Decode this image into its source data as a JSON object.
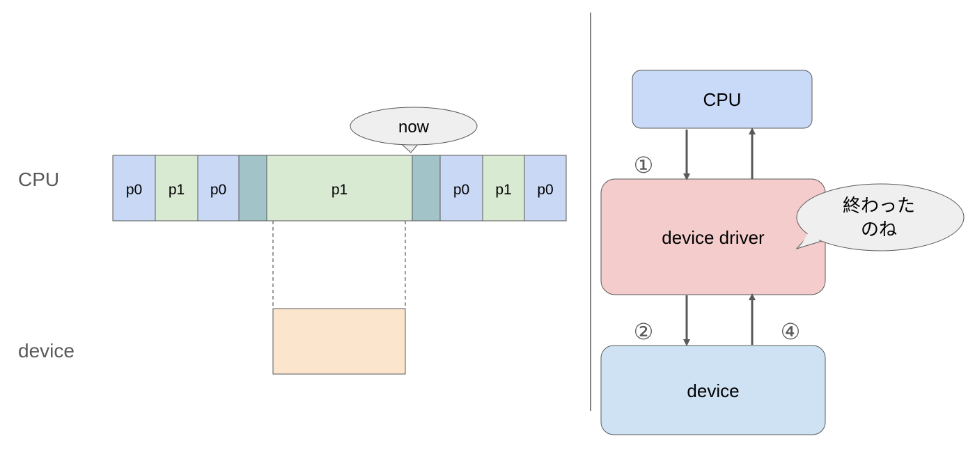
{
  "timeline": {
    "cpu_row_label": "CPU",
    "device_row_label": "device",
    "now_label": "now",
    "segments": [
      {
        "label": "p0",
        "kind": "p0"
      },
      {
        "label": "p1",
        "kind": "p1"
      },
      {
        "label": "p0",
        "kind": "p0"
      },
      {
        "label": "",
        "kind": "switch"
      },
      {
        "label": "p1",
        "kind": "p1"
      },
      {
        "label": "",
        "kind": "switch"
      },
      {
        "label": "p0",
        "kind": "p0"
      },
      {
        "label": "p1",
        "kind": "p1"
      },
      {
        "label": "p0",
        "kind": "p0"
      }
    ]
  },
  "stack": {
    "cpu_label": "CPU",
    "driver_label": "device driver",
    "device_label": "device",
    "speech_line1": "終わった",
    "speech_line2": "のね",
    "step1": "①",
    "step2": "②",
    "step4": "④"
  },
  "colors": {
    "p0": "#c9d9f5",
    "p1": "#d9ead3",
    "switch": "#a2c4c9",
    "device_busy": "#fce5cd",
    "cpu_box": "#c9daf8",
    "driver_box": "#f4cccc",
    "device_box": "#cfe2f3",
    "bubble": "#efefef"
  }
}
